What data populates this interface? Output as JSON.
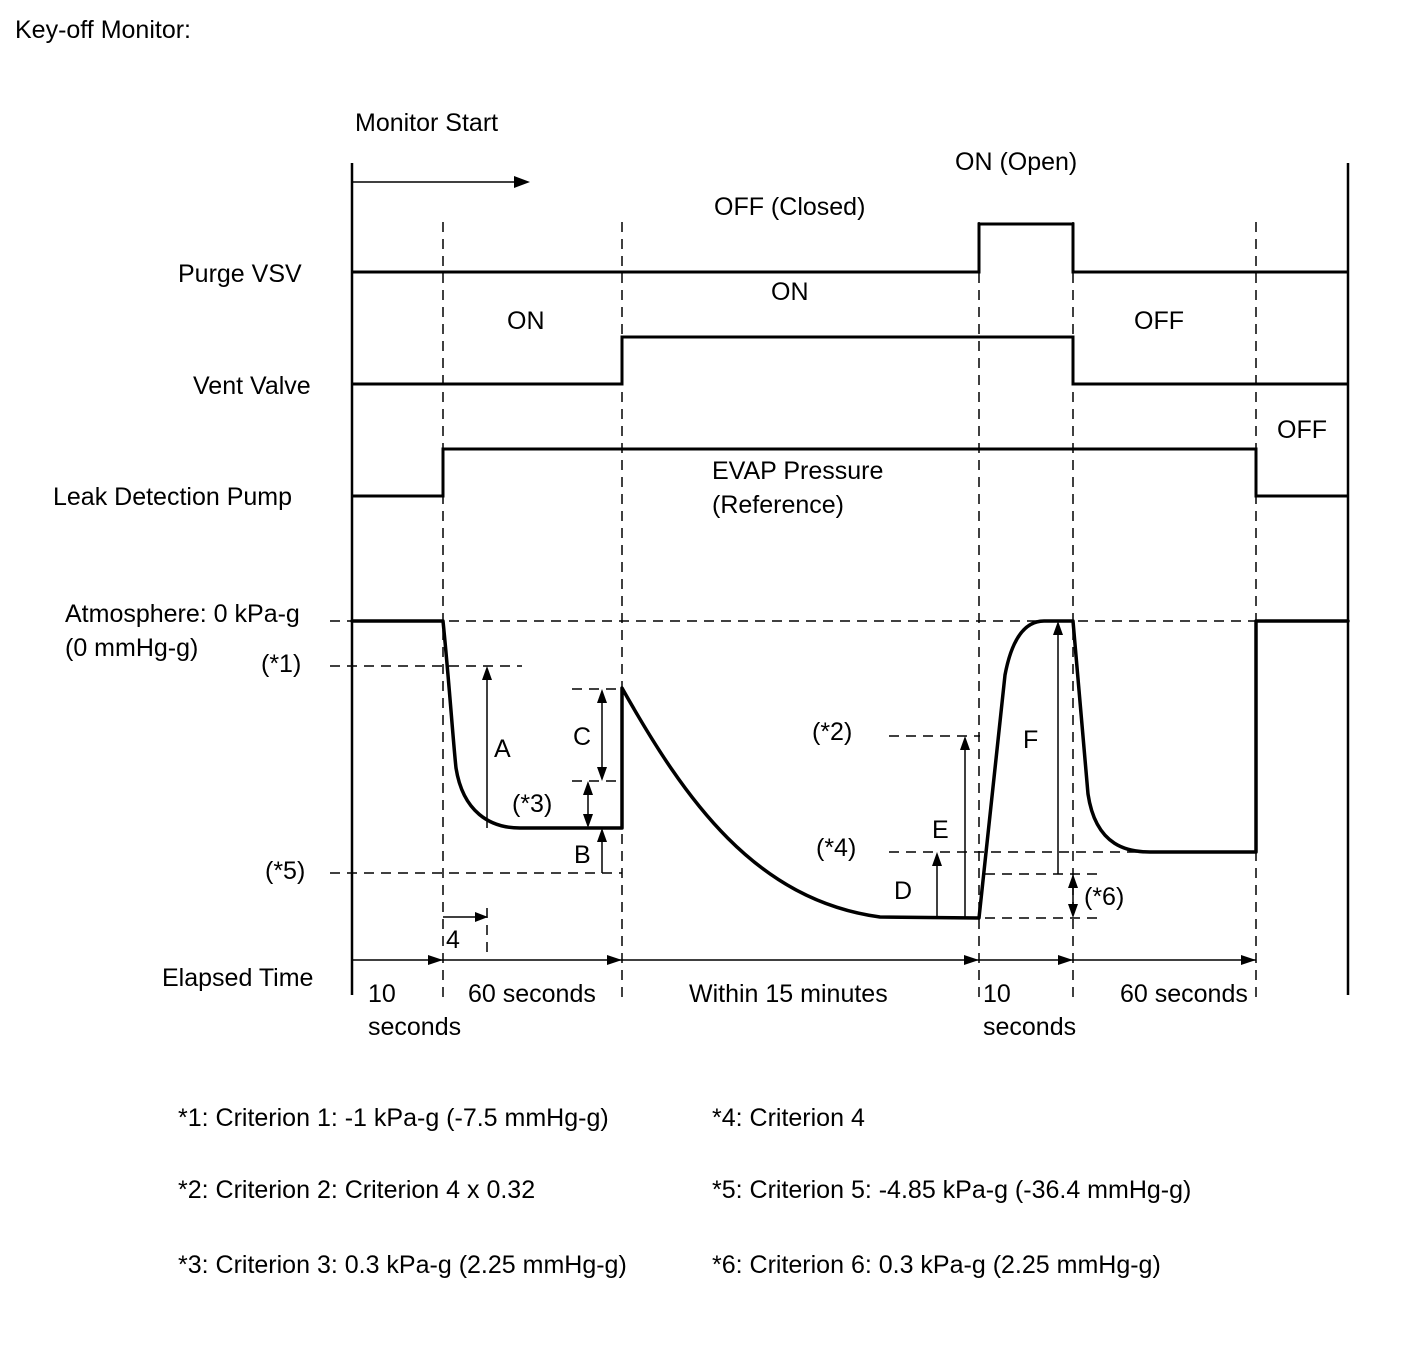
{
  "title": "Key-off Monitor:",
  "monitor_start": "Monitor Start",
  "signals": {
    "purge_vsv": {
      "label": "Purge VSV",
      "off_label": "OFF (Closed)",
      "on_label": "ON (Open)"
    },
    "vent_valve": {
      "label": "Vent Valve",
      "on_label_1": "ON",
      "on_label_2": "ON",
      "off_label": "OFF"
    },
    "leak_detection_pump": {
      "label": "Leak Detection Pump",
      "off_label": "OFF"
    }
  },
  "pressure": {
    "title_line1": "EVAP Pressure",
    "title_line2": "(Reference)",
    "atmosphere_line1": "Atmosphere: 0 kPa-g",
    "atmosphere_line2": "(0 mmHg-g)"
  },
  "markers": {
    "c1": "(*1)",
    "c2": "(*2)",
    "c3": "(*3)",
    "c4": "(*4)",
    "c5": "(*5)",
    "c6": "(*6)",
    "A": "A",
    "B": "B",
    "C": "C",
    "D": "D",
    "E": "E",
    "F": "F",
    "delay": "4"
  },
  "elapsed_time": {
    "label": "Elapsed Time",
    "seg1_line1": "10",
    "seg1_line2": "seconds",
    "seg2": "60 seconds",
    "seg3": "Within 15 minutes",
    "seg4_line1": "10",
    "seg4_line2": "seconds",
    "seg5": "60 seconds"
  },
  "notes": {
    "n1": "*1: Criterion 1: -1 kPa-g (-7.5 mmHg-g)",
    "n2": "*2: Criterion 2: Criterion 4 x 0.32",
    "n3": "*3: Criterion 3: 0.3 kPa-g (2.25 mmHg-g)",
    "n4": "*4: Criterion 4",
    "n5": "*5: Criterion 5: -4.85 kPa-g (-36.4 mmHg-g)",
    "n6": "*6: Criterion 6: 0.3 kPa-g (2.25 mmHg-g)"
  }
}
